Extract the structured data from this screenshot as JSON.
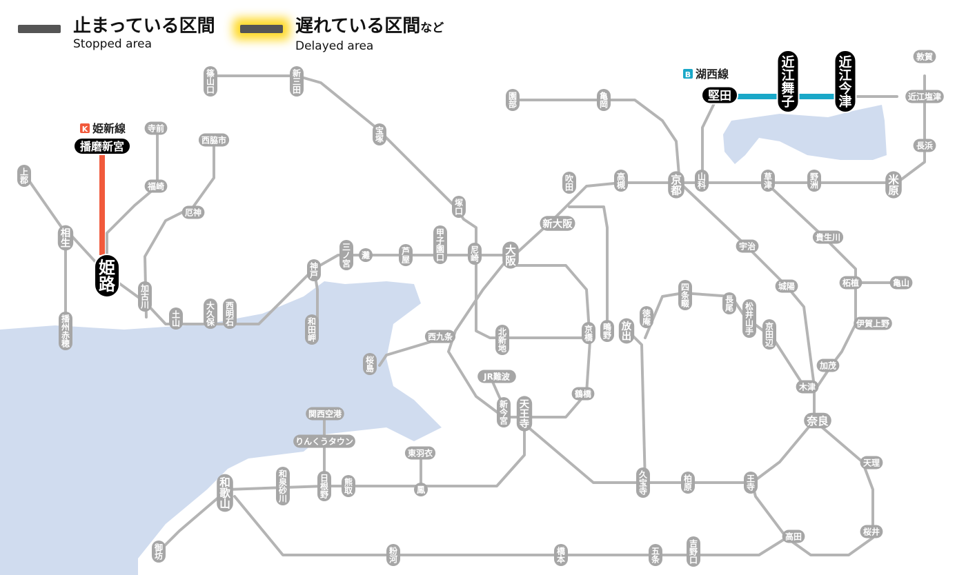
{
  "legend": {
    "stopped_jp": "止まっている区間",
    "stopped_en": "Stopped area",
    "delayed_jp": "遅れている区間",
    "delayed_suffix": "など",
    "delayed_en": "Delayed area"
  },
  "colors": {
    "water": "#d0dcef",
    "track": "#b4b4b4",
    "station_pill": "#a6a6a6",
    "stopped": "#f15a3c",
    "normal_highlight": "#1aa8c8",
    "black": "#000000",
    "line_k_badge": "#f15a3c",
    "line_b_badge": "#1aa8c8"
  },
  "lines": [
    {
      "badge": "K",
      "name": "姫新線",
      "status": "stopped",
      "from": "播磨新宮",
      "to": "姫路"
    },
    {
      "badge": "B",
      "name": "湖西線",
      "status": "highlighted",
      "from": "堅田",
      "to": "近江今津"
    }
  ],
  "stations": {
    "sasayamaguchi": "篠山口",
    "shinsanda": "新三田",
    "takarazuka": "宝塚",
    "tsukaguchi": "塚口",
    "sonobe": "園部",
    "kameoka": "亀岡",
    "katata": "堅田",
    "omimaiko": "近江舞子",
    "omiimazu": "近江今津",
    "tsuruga": "敦賀",
    "omishiotsu": "近江塩津",
    "nagahama": "長浜",
    "maibara": "米原",
    "kyoto": "京都",
    "yamashina": "山科",
    "kusatsu": "草津",
    "yasu": "野洲",
    "takatsuki": "高槻",
    "suita": "吹田",
    "shinosaka": "新大阪",
    "osaka": "大阪",
    "amagasaki": "尼崎",
    "koshienguchi": "甲子園口",
    "ashiya": "芦屋",
    "nada": "灘",
    "sannomiya": "三ノ宮",
    "kobe": "神戸",
    "wadamisaki": "和田岬",
    "nishiakashi": "西明石",
    "okubo": "大久保",
    "tsuchiyama": "土山",
    "kakogawa": "加古川",
    "yakujin": "厄神",
    "nishiwakishi": "西脇市",
    "teramae": "寺前",
    "fukusaki": "福崎",
    "harimashingu": "播磨新宮",
    "himeji": "姫路",
    "kamigori": "上郡",
    "aioi": "相生",
    "banshuako": "播州赤穂",
    "nishikujo": "西九条",
    "sakurajima": "桜島",
    "kitashinchi": "北新地",
    "kyobashi": "京橋",
    "shigino": "鴫野",
    "hanaten": "放出",
    "tsuruhashi": "鶴橋",
    "tennoji": "天王寺",
    "shinimamiya": "新今宮",
    "jrnamba": "JR難波",
    "uji": "宇治",
    "joyo": "城陽",
    "kizu": "木津",
    "nara": "奈良",
    "tokuan": "徳庵",
    "shijonawate": "四条畷",
    "nagao": "長尾",
    "matsuiyamate": "松井山手",
    "kyotanabe": "京田辺",
    "kiryugawa": "貴生川",
    "tsuge": "柘植",
    "kameyama": "亀山",
    "igaueno": "伊賀上野",
    "kamo": "加茂",
    "tenri": "天理",
    "sakurai": "桜井",
    "takada": "高田",
    "oji": "王寺",
    "kashiwara": "柏原",
    "kyuhoji": "久宝寺",
    "ohtori": "鳳",
    "higashihagoromo": "東羽衣",
    "kumatori": "熊取",
    "hineno": "日根野",
    "rinku": "りんくうタウン",
    "kansaiairport": "関西空港",
    "izumisunagawa": "和泉砂川",
    "wakayama": "和歌山",
    "gobo": "御坊",
    "kokawa": "粉河",
    "hashimoto": "橋本",
    "gojo": "五条",
    "yoshinoguchi": "吉野口"
  }
}
